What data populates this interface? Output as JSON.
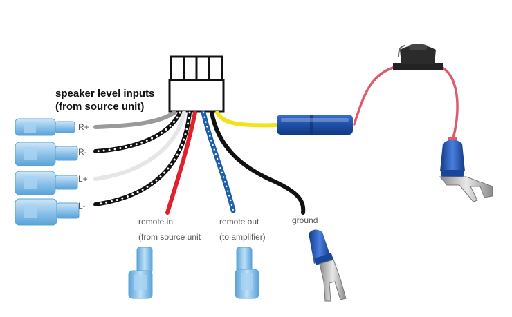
{
  "heading": {
    "line1": "speaker level inputs",
    "line2": "(from source unit)"
  },
  "speaker_labels": {
    "r_plus": "R+",
    "r_minus": "R-",
    "l_plus": "L+",
    "l_minus": "L-"
  },
  "remote_in": {
    "line1": "remote in",
    "line2": "(from source unit"
  },
  "remote_out": {
    "line1": "remote out",
    "line2": "(to amplifier)"
  },
  "ground_label": "ground",
  "colors": {
    "wire_gray": "#9a9a9a",
    "wire_light": "#e6e6e6",
    "wire_red": "#e0202a",
    "wire_black": "#111111",
    "wire_blue": "#1d5fa8",
    "wire_yellow": "#f2e21a",
    "wire_pink": "#e05a6a",
    "connector_light_blue": "#8fc3ea",
    "connector_dark_blue": "#1f4fa6",
    "fuse_black": "#222222"
  }
}
